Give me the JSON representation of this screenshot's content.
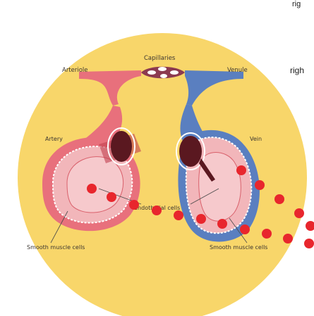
{
  "corner_texts": [
    "rig",
    "righ"
  ],
  "labels": {
    "capillaries": "Capillaries",
    "arteriole": "Arteriole",
    "venule": "Venule",
    "artery": "Artery",
    "vein": "Vein",
    "endothelial": "Endothelial cells",
    "smooth_left": "Smooth muscle cells",
    "smooth_right": "Smooth muscle cells"
  },
  "colors": {
    "background_circle": "#f8d66a",
    "artery": "#e8707c",
    "vein": "#5a7fc0",
    "lumen": "#5a1820",
    "marker": "#e8262d"
  }
}
